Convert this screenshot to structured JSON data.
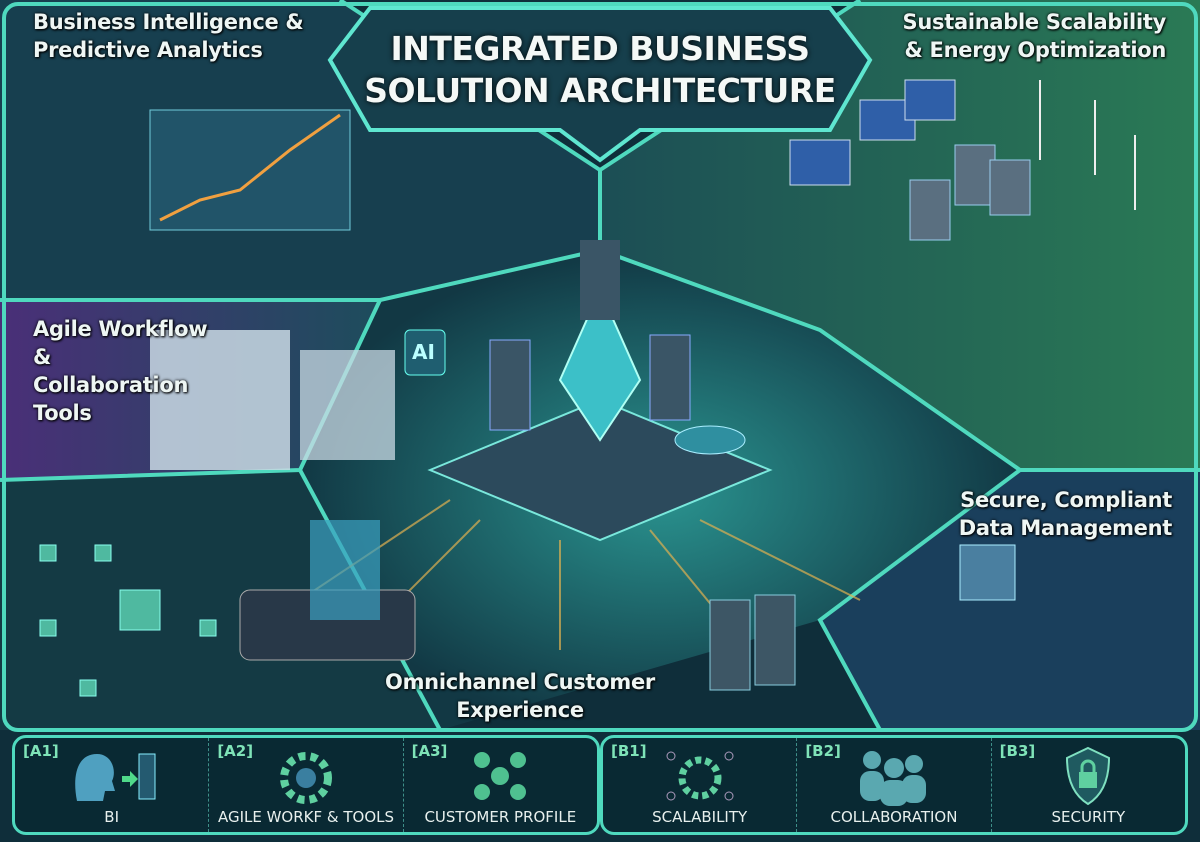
{
  "title": "INTEGRATED BUSINESS SOLUTION ARCHITECTURE",
  "panels": {
    "bi": "Business Intelligence & Predictive Analytics",
    "sustain": "Sustainable Scalability & Energy Optimization",
    "agile": "Agile Workflow & Collaboration Tools",
    "secure": "Secure, Compliant Data Management",
    "omni": "Omnichannel Customer Experience",
    "ai_chip": "AI"
  },
  "bottom": {
    "items": [
      {
        "code": "[A1]",
        "label": "BI",
        "icon": "brain-screen-icon"
      },
      {
        "code": "[A2]",
        "label": "AGILE WORKF & TOOLS",
        "icon": "gear-icon"
      },
      {
        "code": "[A3]",
        "label": "CUSTOMER PROFILE",
        "icon": "network-people-icon"
      },
      {
        "code": "[B1]",
        "label": "SCALABILITY",
        "icon": "scaling-gear-icon"
      },
      {
        "code": "[B2]",
        "label": "COLLABORATION",
        "icon": "people-vr-icon"
      },
      {
        "code": "[B3]",
        "label": "SECURITY",
        "icon": "shield-lock-icon"
      }
    ]
  },
  "colors": {
    "accent": "#4fd9be",
    "bg": "#0d2a35",
    "purple": "#5a3a8a",
    "green": "#2f7a5a"
  }
}
